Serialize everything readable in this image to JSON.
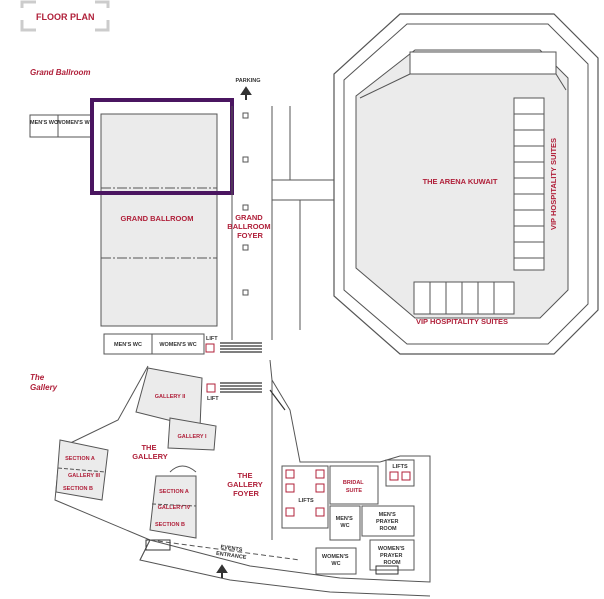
{
  "header": {
    "title": "FLOOR PLAN"
  },
  "grand_ballroom_section": {
    "title": "Grand Ballroom",
    "rooms": {
      "mens_wc_top": "MEN'S WC",
      "womens_wc_top": "WOMEN'S WC",
      "grand_ballroom": "GRAND BALLROOM",
      "foyer_line1": "GRAND",
      "foyer_line2": "BALLROOM",
      "foyer_line3": "FOYER",
      "mens_wc_bottom": "MEN'S WC",
      "womens_wc_bottom": "WOMEN'S WC",
      "lift": "LIFT"
    },
    "parking": "PARKING"
  },
  "arena": {
    "name": "THE ARENA KUWAIT",
    "vip_side": "VIP HOSPITALITY SUITES",
    "vip_bottom": "VIP HOSPITALITY SUITES"
  },
  "gallery_section": {
    "title_line1": "The",
    "title_line2": "Gallery",
    "rooms": {
      "gallery_ii": "GALLERY II",
      "lift": "LIFT",
      "gallery_i": "GALLERY I",
      "the_gallery_line1": "THE",
      "the_gallery_line2": "GALLERY",
      "section_a_left": "SECTION A",
      "gallery_iii": "GALLERY III",
      "section_b_left": "SECTION B",
      "section_a_right": "SECTION A",
      "gallery_iv": "GALLERY IV",
      "section_b_right": "SECTION B",
      "gallery_foyer_line1": "THE",
      "gallery_foyer_line2": "GALLERY",
      "gallery_foyer_line3": "FOYER",
      "lifts_center": "LIFTS",
      "bridal_line1": "BRIDAL",
      "bridal_line2": "SUITE",
      "lifts_right": "LIFTS",
      "mens_wc_line1": "MEN'S",
      "mens_wc_line2": "WC",
      "mens_prayer_line1": "MEN'S",
      "mens_prayer_line2": "PRAYER",
      "mens_prayer_line3": "ROOM",
      "womens_wc_line1": "WOMEN'S",
      "womens_wc_line2": "WC",
      "womens_prayer_line1": "WOMEN'S",
      "womens_prayer_line2": "PRAYER",
      "womens_prayer_line3": "ROOM",
      "events_line1": "EVENTS",
      "events_line2": "ENTRANCE"
    }
  },
  "icons": {
    "parking_arrow": "up-arrow-icon",
    "entrance_arrow": "up-arrow-icon"
  },
  "colors": {
    "label_red": "#b0203a",
    "highlight": "#4a1560",
    "room_fill": "#ebebeb",
    "wall": "#555555"
  }
}
